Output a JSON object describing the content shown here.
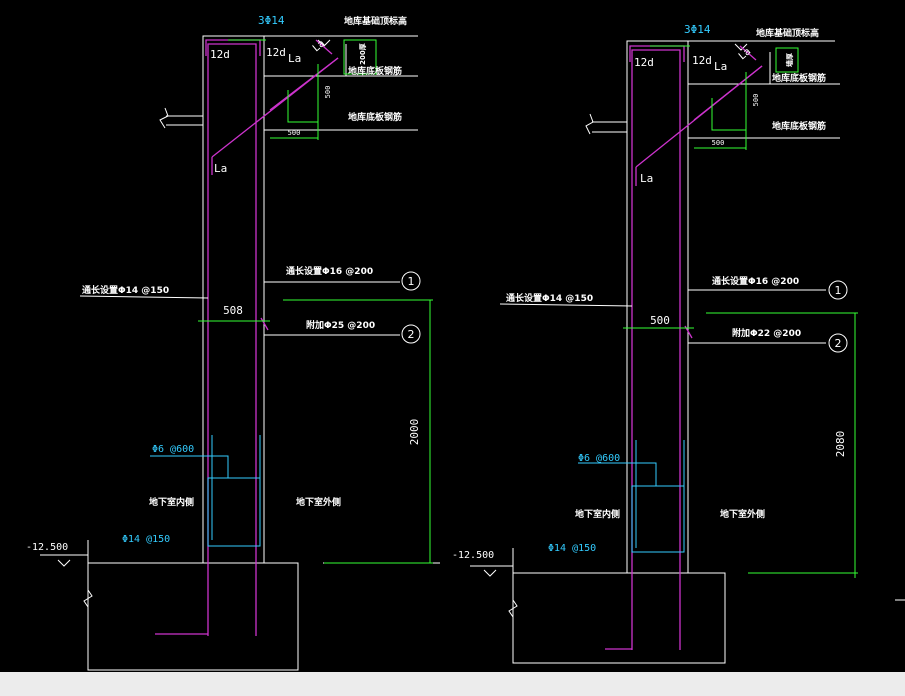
{
  "drawing": {
    "left_detail": {
      "top_rebar": "3Φ14",
      "top_note": "地库基础顶标高",
      "top_side_box": "200厚",
      "slab_bottom_rebar": "地库底板钢筋",
      "slab_bottom_rebar_2": "地库底板钢筋",
      "hook_12d_left": "12d",
      "hook_12d_right": "12d",
      "la_top": "La",
      "la_diag": "La",
      "la_lower": "La",
      "dim_500_v": "500",
      "dim_500_h": "500",
      "continuous_left": "通长设置Φ14 @150",
      "continuous_right": "通长设置Φ16 @200",
      "wall_width": "508",
      "added_rebar": "附加Φ25 @200",
      "marker_1": "1",
      "marker_2": "2",
      "dim_2000": "2000",
      "stirrup": "Φ6 @600",
      "inner_label": "地下室内侧",
      "outer_label": "地下室外侧",
      "bottom_rebar": "Φ14 @150",
      "elevation": "-12.500"
    },
    "right_detail": {
      "top_rebar": "3Φ14",
      "top_note": "地库基础顶标高",
      "top_side_box": "墙厚",
      "slab_bottom_rebar": "地库底板钢筋",
      "slab_bottom_rebar_2": "地库底板钢筋",
      "hook_12d_left": "12d",
      "hook_12d_right": "12d",
      "la_top": "La",
      "la_diag": "La",
      "la_lower": "La",
      "dim_500_v": "500",
      "dim_500_h": "500",
      "continuous_left": "通长设置Φ14 @150",
      "continuous_right": "通长设置Φ16 @200",
      "wall_width": "500",
      "added_rebar": "附加Φ22 @200",
      "marker_1": "1",
      "marker_2": "2",
      "dim_2000": "2080",
      "stirrup": "Φ6 @600",
      "inner_label": "地下室内侧",
      "outer_label": "地下室外侧",
      "bottom_rebar": "Φ14 @150",
      "elevation": "-12.500"
    }
  },
  "colors": {
    "background": "#000000",
    "structure": "#ffffff",
    "rebar": "#cc33cc",
    "annotation_cyan": "#33ccff",
    "dimension_green": "#33ff33"
  }
}
